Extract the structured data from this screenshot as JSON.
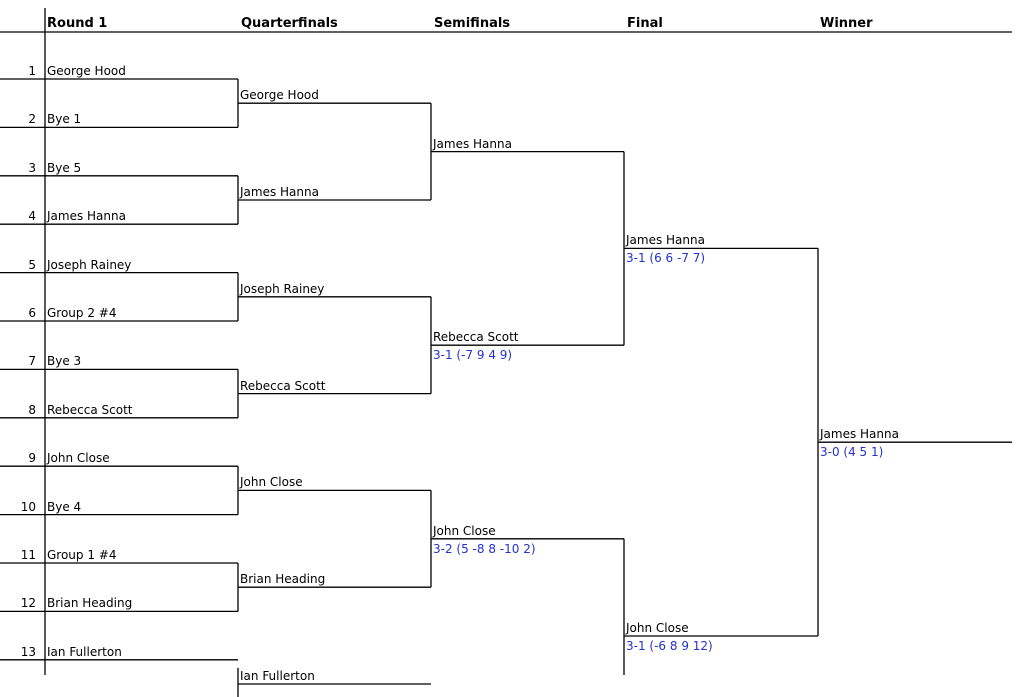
{
  "headers": [
    "Round 1",
    "Quarterfinals",
    "Semifinals",
    "Final",
    "Winner"
  ],
  "round1": [
    {
      "seed": "1",
      "name": "George Hood"
    },
    {
      "seed": "2",
      "name": "Bye 1"
    },
    {
      "seed": "3",
      "name": "Bye 5"
    },
    {
      "seed": "4",
      "name": "James Hanna"
    },
    {
      "seed": "5",
      "name": "Joseph Rainey"
    },
    {
      "seed": "6",
      "name": "Group 2 #4"
    },
    {
      "seed": "7",
      "name": "Bye 3"
    },
    {
      "seed": "8",
      "name": "Rebecca Scott"
    },
    {
      "seed": "9",
      "name": "John Close"
    },
    {
      "seed": "10",
      "name": "Bye 4"
    },
    {
      "seed": "11",
      "name": "Group 1 #4"
    },
    {
      "seed": "12",
      "name": "Brian Heading"
    },
    {
      "seed": "13",
      "name": "Ian Fullerton"
    }
  ],
  "quarterfinals": [
    {
      "name": "George Hood",
      "score": ""
    },
    {
      "name": "James Hanna",
      "score": ""
    },
    {
      "name": "Joseph Rainey",
      "score": ""
    },
    {
      "name": "Rebecca Scott",
      "score": ""
    },
    {
      "name": "John Close",
      "score": ""
    },
    {
      "name": "Brian Heading",
      "score": ""
    },
    {
      "name": "Ian Fullerton",
      "score": ""
    }
  ],
  "semifinals": [
    {
      "name": "James Hanna",
      "score": ""
    },
    {
      "name": "Rebecca Scott",
      "score": "3-1 (-7 9 4 9)"
    },
    {
      "name": "John Close",
      "score": "3-2 (5 -8 8 -10 2)"
    }
  ],
  "final": [
    {
      "name": "James Hanna",
      "score": "3-1 (6 6 -7 7)"
    },
    {
      "name": "John Close",
      "score": "3-1 (-6 8 9 12)"
    }
  ],
  "winner": {
    "name": "James Hanna",
    "score": "3-0 (4 5 1)"
  }
}
